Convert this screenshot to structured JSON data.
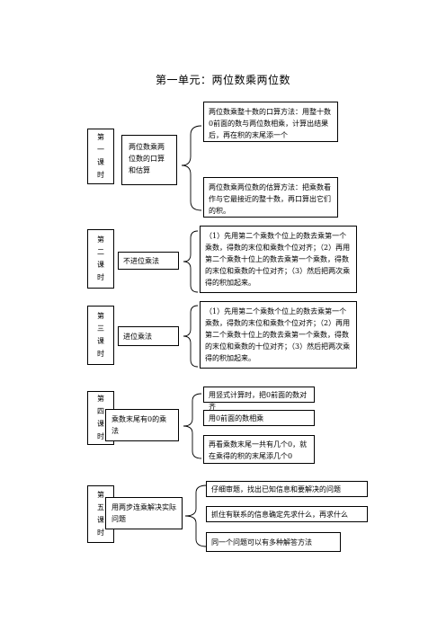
{
  "title": "第一单元：两位数乘两位数",
  "lessons": [
    {
      "label": "第一课时",
      "topic": "两位数乘两位数的口算和估算",
      "details": [
        "两位数乘整十数的口算方法：用整十数0前面的数与两位数相乘，计算出结果后，再在积的末尾添一个",
        "两位数乘两位数的估算方法：把乘数看作与它最接近的整十数，再口算出它们的积。"
      ]
    },
    {
      "label": "第二课时",
      "topic": "不进位乘法",
      "details": [
        "（1）先用第二个乘数个位上的数去乘第一个乘数，得数的末位和乘数个位对齐；（2）再用第二个乘数十位上的数去乘第一个乘数，得数的末位和乘数的十位对齐；（3）然后把两次乘得的积加起来。"
      ]
    },
    {
      "label": "第三课时",
      "topic": "进位乘法",
      "details": [
        "（1）先用第二个乘数个位上的数去乘第一个乘数，得数的末位和乘数个位对齐；（2）再用第二个乘数十位上的数去乘第一个乘数，得数的末位和乘数的十位对齐；（3）然后把两次乘得的积加起来。"
      ]
    },
    {
      "label": "第四课时",
      "topic": "乘数末尾有0的乘法",
      "details": [
        "用竖式计算时，把0前面的数对齐",
        "用0前面的数相乘",
        "再看乘数末尾一共有几个0，就在乘得的积的末尾添几个0"
      ]
    },
    {
      "label": "第五课时",
      "topic": "用两步连乘解决实际问题",
      "details": [
        "仔细审题，找出已知信息和要解决的问题",
        "抓住有联系的信息确定先求什么，再求什么",
        "同一个问题可以有多种解答方法"
      ]
    }
  ]
}
